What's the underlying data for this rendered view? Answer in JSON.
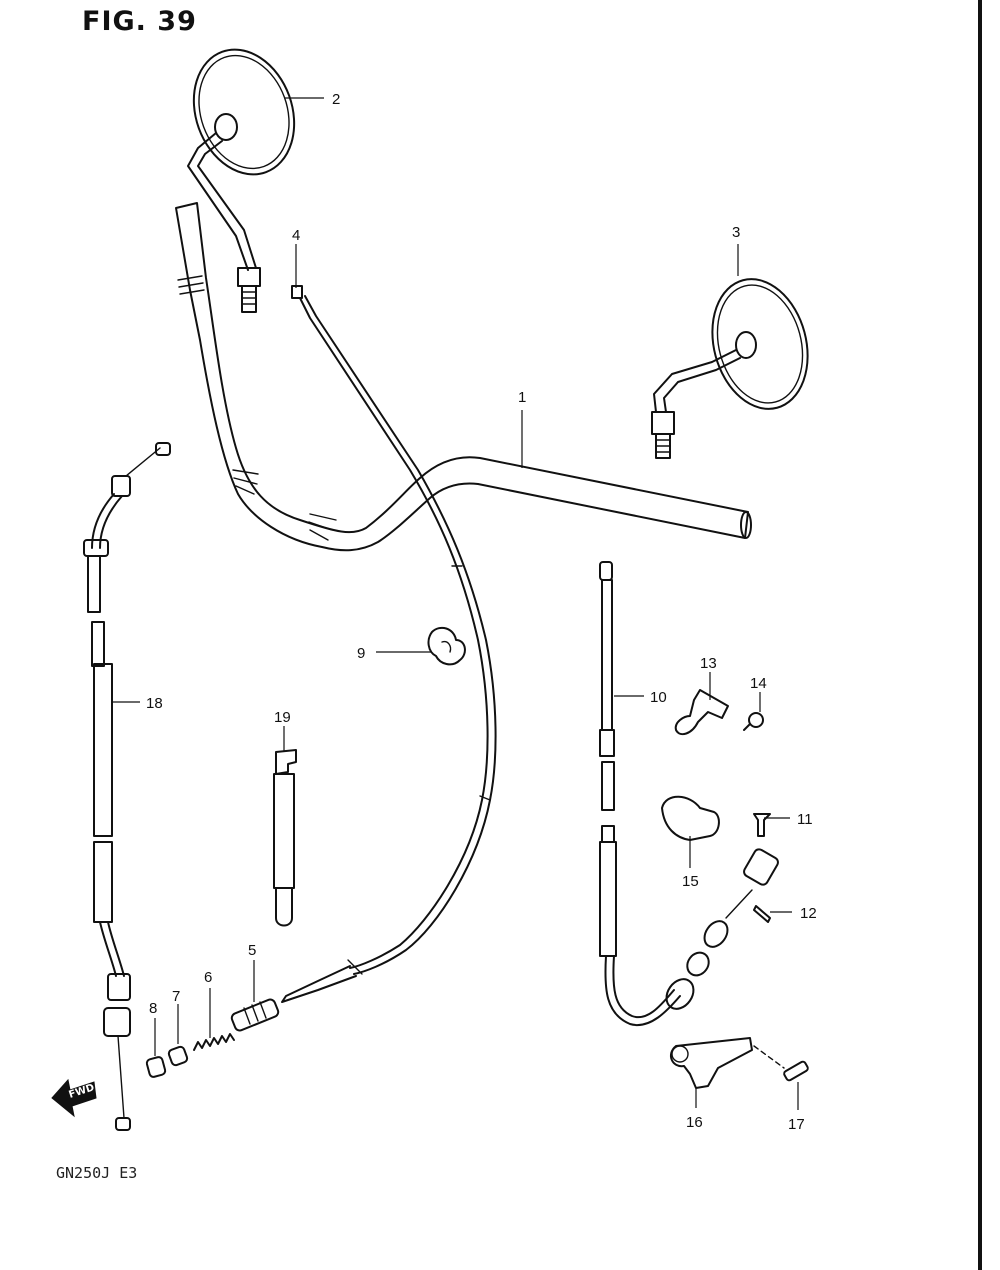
{
  "figure": {
    "title": "FIG. 39",
    "model_code": "GN250J  E3",
    "fwd_label": "FWD"
  },
  "callouts": [
    {
      "id": "1",
      "part": "handlebar"
    },
    {
      "id": "2",
      "part": "mirror-left"
    },
    {
      "id": "3",
      "part": "mirror-right"
    },
    {
      "id": "4",
      "part": "cable-end-nipple"
    },
    {
      "id": "5",
      "part": "adjuster"
    },
    {
      "id": "6",
      "part": "spring"
    },
    {
      "id": "7",
      "part": "collar"
    },
    {
      "id": "8",
      "part": "cap"
    },
    {
      "id": "9",
      "part": "cable-clamp"
    },
    {
      "id": "10",
      "part": "clutch-cable"
    },
    {
      "id": "11",
      "part": "pin"
    },
    {
      "id": "12",
      "part": "cotter-pin"
    },
    {
      "id": "13",
      "part": "cable-bracket"
    },
    {
      "id": "14",
      "part": "bracket-screw"
    },
    {
      "id": "15",
      "part": "boot"
    },
    {
      "id": "16",
      "part": "cable-guide"
    },
    {
      "id": "17",
      "part": "guide-screw"
    },
    {
      "id": "18",
      "part": "throttle-cable"
    },
    {
      "id": "19",
      "part": "band"
    }
  ]
}
